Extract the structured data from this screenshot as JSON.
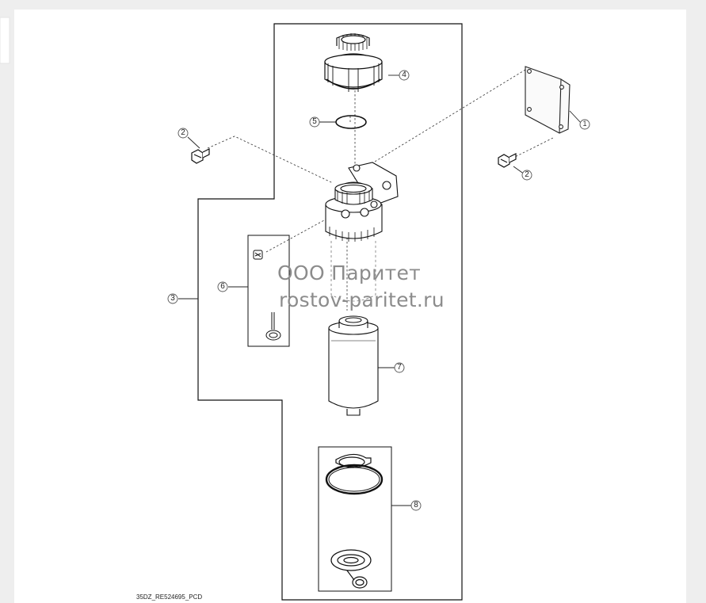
{
  "figure": {
    "code": "35DZ_RE524695_PCD",
    "watermark_line1": "ООО Паритет",
    "watermark_line2": "rostov-paritet.ru"
  },
  "callouts": [
    {
      "id": "c1",
      "label": "1"
    },
    {
      "id": "c2a",
      "label": "2"
    },
    {
      "id": "c2b",
      "label": "2"
    },
    {
      "id": "c3",
      "label": "3"
    },
    {
      "id": "c4",
      "label": "4"
    },
    {
      "id": "c5",
      "label": "5"
    },
    {
      "id": "c6",
      "label": "6"
    },
    {
      "id": "c7",
      "label": "7"
    },
    {
      "id": "c8",
      "label": "8"
    }
  ]
}
